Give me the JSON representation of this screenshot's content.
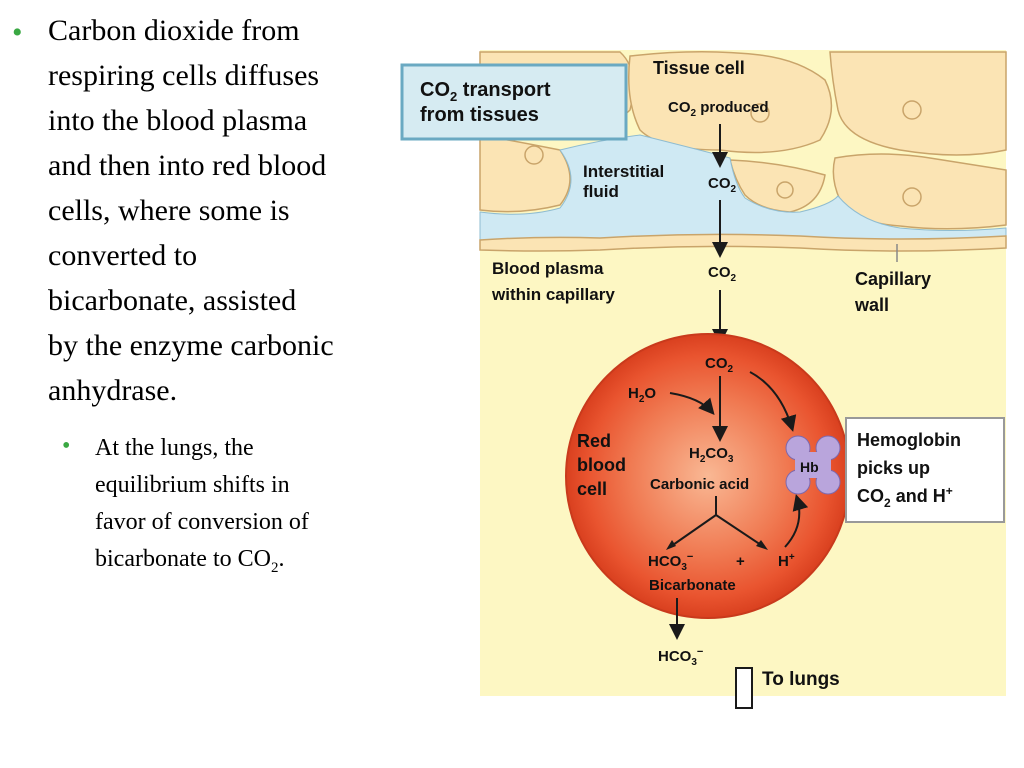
{
  "bullets": {
    "main": {
      "marker": "•",
      "lines": [
        "Carbon dioxide from",
        "respiring cells diffuses",
        "into the blood plasma",
        "and then into red blood",
        "cells, where some is",
        "converted to",
        "bicarbonate, assisted",
        "by the enzyme carbonic",
        "anhydrase."
      ]
    },
    "sub": {
      "marker": "•",
      "lines": [
        "At the lungs, the",
        "equilibrium shifts in",
        "favor of conversion of"
      ],
      "last_prefix": "bicarbonate to CO",
      "last_sub": "2",
      "last_suffix": "."
    }
  },
  "diagram": {
    "title_box": {
      "line1_a": "CO",
      "line1_sub": "2",
      "line1_b": " transport",
      "line2": "from tissues"
    },
    "tissue_cell": "Tissue cell",
    "co2_produced": {
      "a": "CO",
      "sub": "2",
      "b": " produced"
    },
    "interstitial": [
      "Interstitial",
      "fluid"
    ],
    "co2_interstitial": {
      "a": "CO",
      "sub": "2"
    },
    "blood_plasma": [
      "Blood plasma",
      "within capillary"
    ],
    "co2_plasma": {
      "a": "CO",
      "sub": "2"
    },
    "capillary_wall": [
      "Capillary",
      "wall"
    ],
    "co2_cell": {
      "a": "CO",
      "sub": "2"
    },
    "h2o": {
      "a": "H",
      "sub": "2",
      "b": "O"
    },
    "red_blood_cell": [
      "Red",
      "blood",
      "cell"
    ],
    "h2co3": {
      "a": "H",
      "sub1": "2",
      "b": "CO",
      "sub2": "3"
    },
    "carbonic_acid": "Carbonic acid",
    "hb": "Hb",
    "hemoglobin_box": {
      "line1": "Hemoglobin",
      "line2": "picks up",
      "line3_a": "CO",
      "line3_sub": "2",
      "line3_b": " and H",
      "line3_sup": "+"
    },
    "hco3_in": {
      "a": "HCO",
      "sub": "3",
      "sup": "−"
    },
    "plus": "+",
    "hplus": {
      "a": "H",
      "sup": "+"
    },
    "bicarbonate": "Bicarbonate",
    "hco3_out": {
      "a": "HCO",
      "sub": "3",
      "sup": "−"
    },
    "to_lungs": "To lungs"
  },
  "colors": {
    "bullet": "#3aa843",
    "plasma": "#fdf7c3",
    "interstitial": "#cfe9f3",
    "cell": "#fbe4b4",
    "rbc_outer": "#e8502e",
    "rbc_inner": "#f79a72",
    "hb": "#b9a5dc",
    "title_box": "#d6ebf2",
    "arrow": "#1a1a1a"
  }
}
